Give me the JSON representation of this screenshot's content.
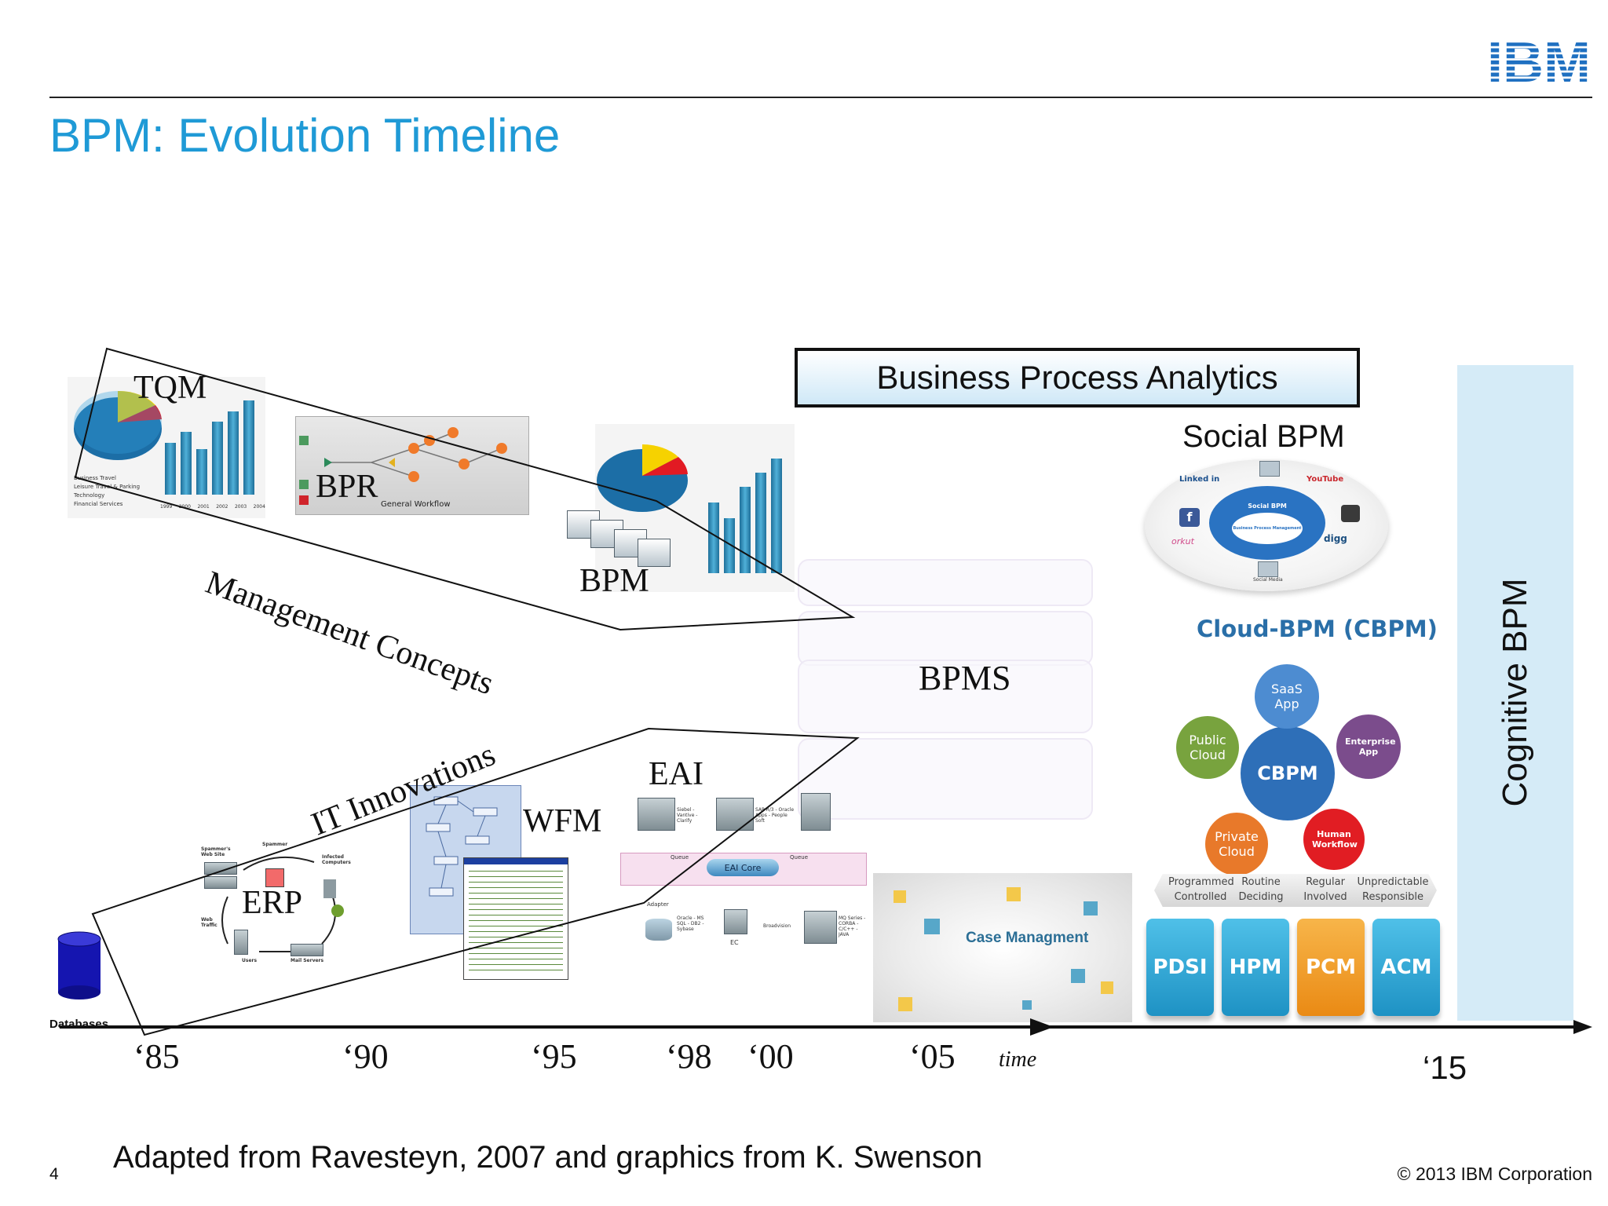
{
  "header": {
    "logo_text": "IBM",
    "title": "BPM: Evolution Timeline"
  },
  "colors": {
    "title_blue": "#1f9ad6",
    "ibm_blue": "#1f70c1",
    "cognitive_panel": "#d5ebf7",
    "pdsi_hpm_acm": "#24a1d3",
    "pcm": "#f39a1c"
  },
  "labels": {
    "tqm": "TQM",
    "bpr": "BPR",
    "bpr_caption": "General Workflow",
    "bpm": "BPM",
    "management_concepts": "Management Concepts",
    "it_innovations": "IT Innovations",
    "erp": "ERP",
    "wfm": "WFM",
    "eai": "EAI",
    "eai_core": "EAI Core",
    "bpms": "BPMS",
    "databases": "Databases",
    "business_process_analytics": "Business Process Analytics",
    "social_bpm": "Social BPM",
    "cloud_bpm": "Cloud-BPM (CBPM)",
    "case_management": "Case Managment",
    "cognitive_bpm": "Cognitive BPM"
  },
  "pie_legend": [
    "Business Travel",
    "Leisure Travel & Parking",
    "Technology",
    "Financial Services"
  ],
  "bar_chart_left": {
    "values": [
      "41.7",
      "50.6",
      "37",
      "59",
      "67.3",
      "78"
    ],
    "years": [
      "1999",
      "2000",
      "2001",
      "2002",
      "2003",
      "2004"
    ]
  },
  "cbpm": {
    "center": "CBPM",
    "saas": "SaaS App",
    "enterprise": "Enterprise App",
    "public_cloud": "Public Cloud",
    "private_cloud": "Private Cloud",
    "human_workflow": "Human Workflow"
  },
  "spectrum": [
    {
      "top": "Programmed",
      "bottom": "Controlled"
    },
    {
      "top": "Routine",
      "bottom": "Deciding"
    },
    {
      "top": "Regular",
      "bottom": "Involved"
    },
    {
      "top": "Unpredictable",
      "bottom": "Responsible"
    }
  ],
  "tiles": [
    "PDSI",
    "HPM",
    "PCM",
    "ACM"
  ],
  "social": {
    "linkedin": "Linked in",
    "youtube": "YouTube",
    "orkut": "orkut",
    "digg": "digg",
    "hub": "Social BPM",
    "hub_sub": "Business Process Management",
    "social_media": "Social Media"
  },
  "eai_items": {
    "siebel": "Siebel - Vantive - Clarify",
    "sap": "SAP R/3 - Oracle Apps - People Soft",
    "oracle": "Oracle - MS SQL - DB2 - Sybase",
    "mq": "MQ Series - CORBA - C/C++ - JAVA",
    "ec": "EC",
    "broadvision": "Broadvision",
    "queue": "Queue",
    "adapter": "Adapter"
  },
  "erp_items": {
    "spammers_web": "Spammer's Web Site",
    "spammer": "Spammer",
    "infected": "Infected Computers",
    "web_traffic": "Web Traffic",
    "users": "Users",
    "mail_servers": "Mail Servers"
  },
  "timeline": {
    "ticks": [
      "‘85",
      "‘90",
      "‘95",
      "‘98",
      "‘00",
      "‘05"
    ],
    "time_label": "time",
    "end_tick": "‘15"
  },
  "footer": {
    "source": "Adapted from Ravesteyn, 2007 and graphics from K. Swenson",
    "page_number": "4",
    "copyright": "© 2013 IBM Corporation"
  }
}
